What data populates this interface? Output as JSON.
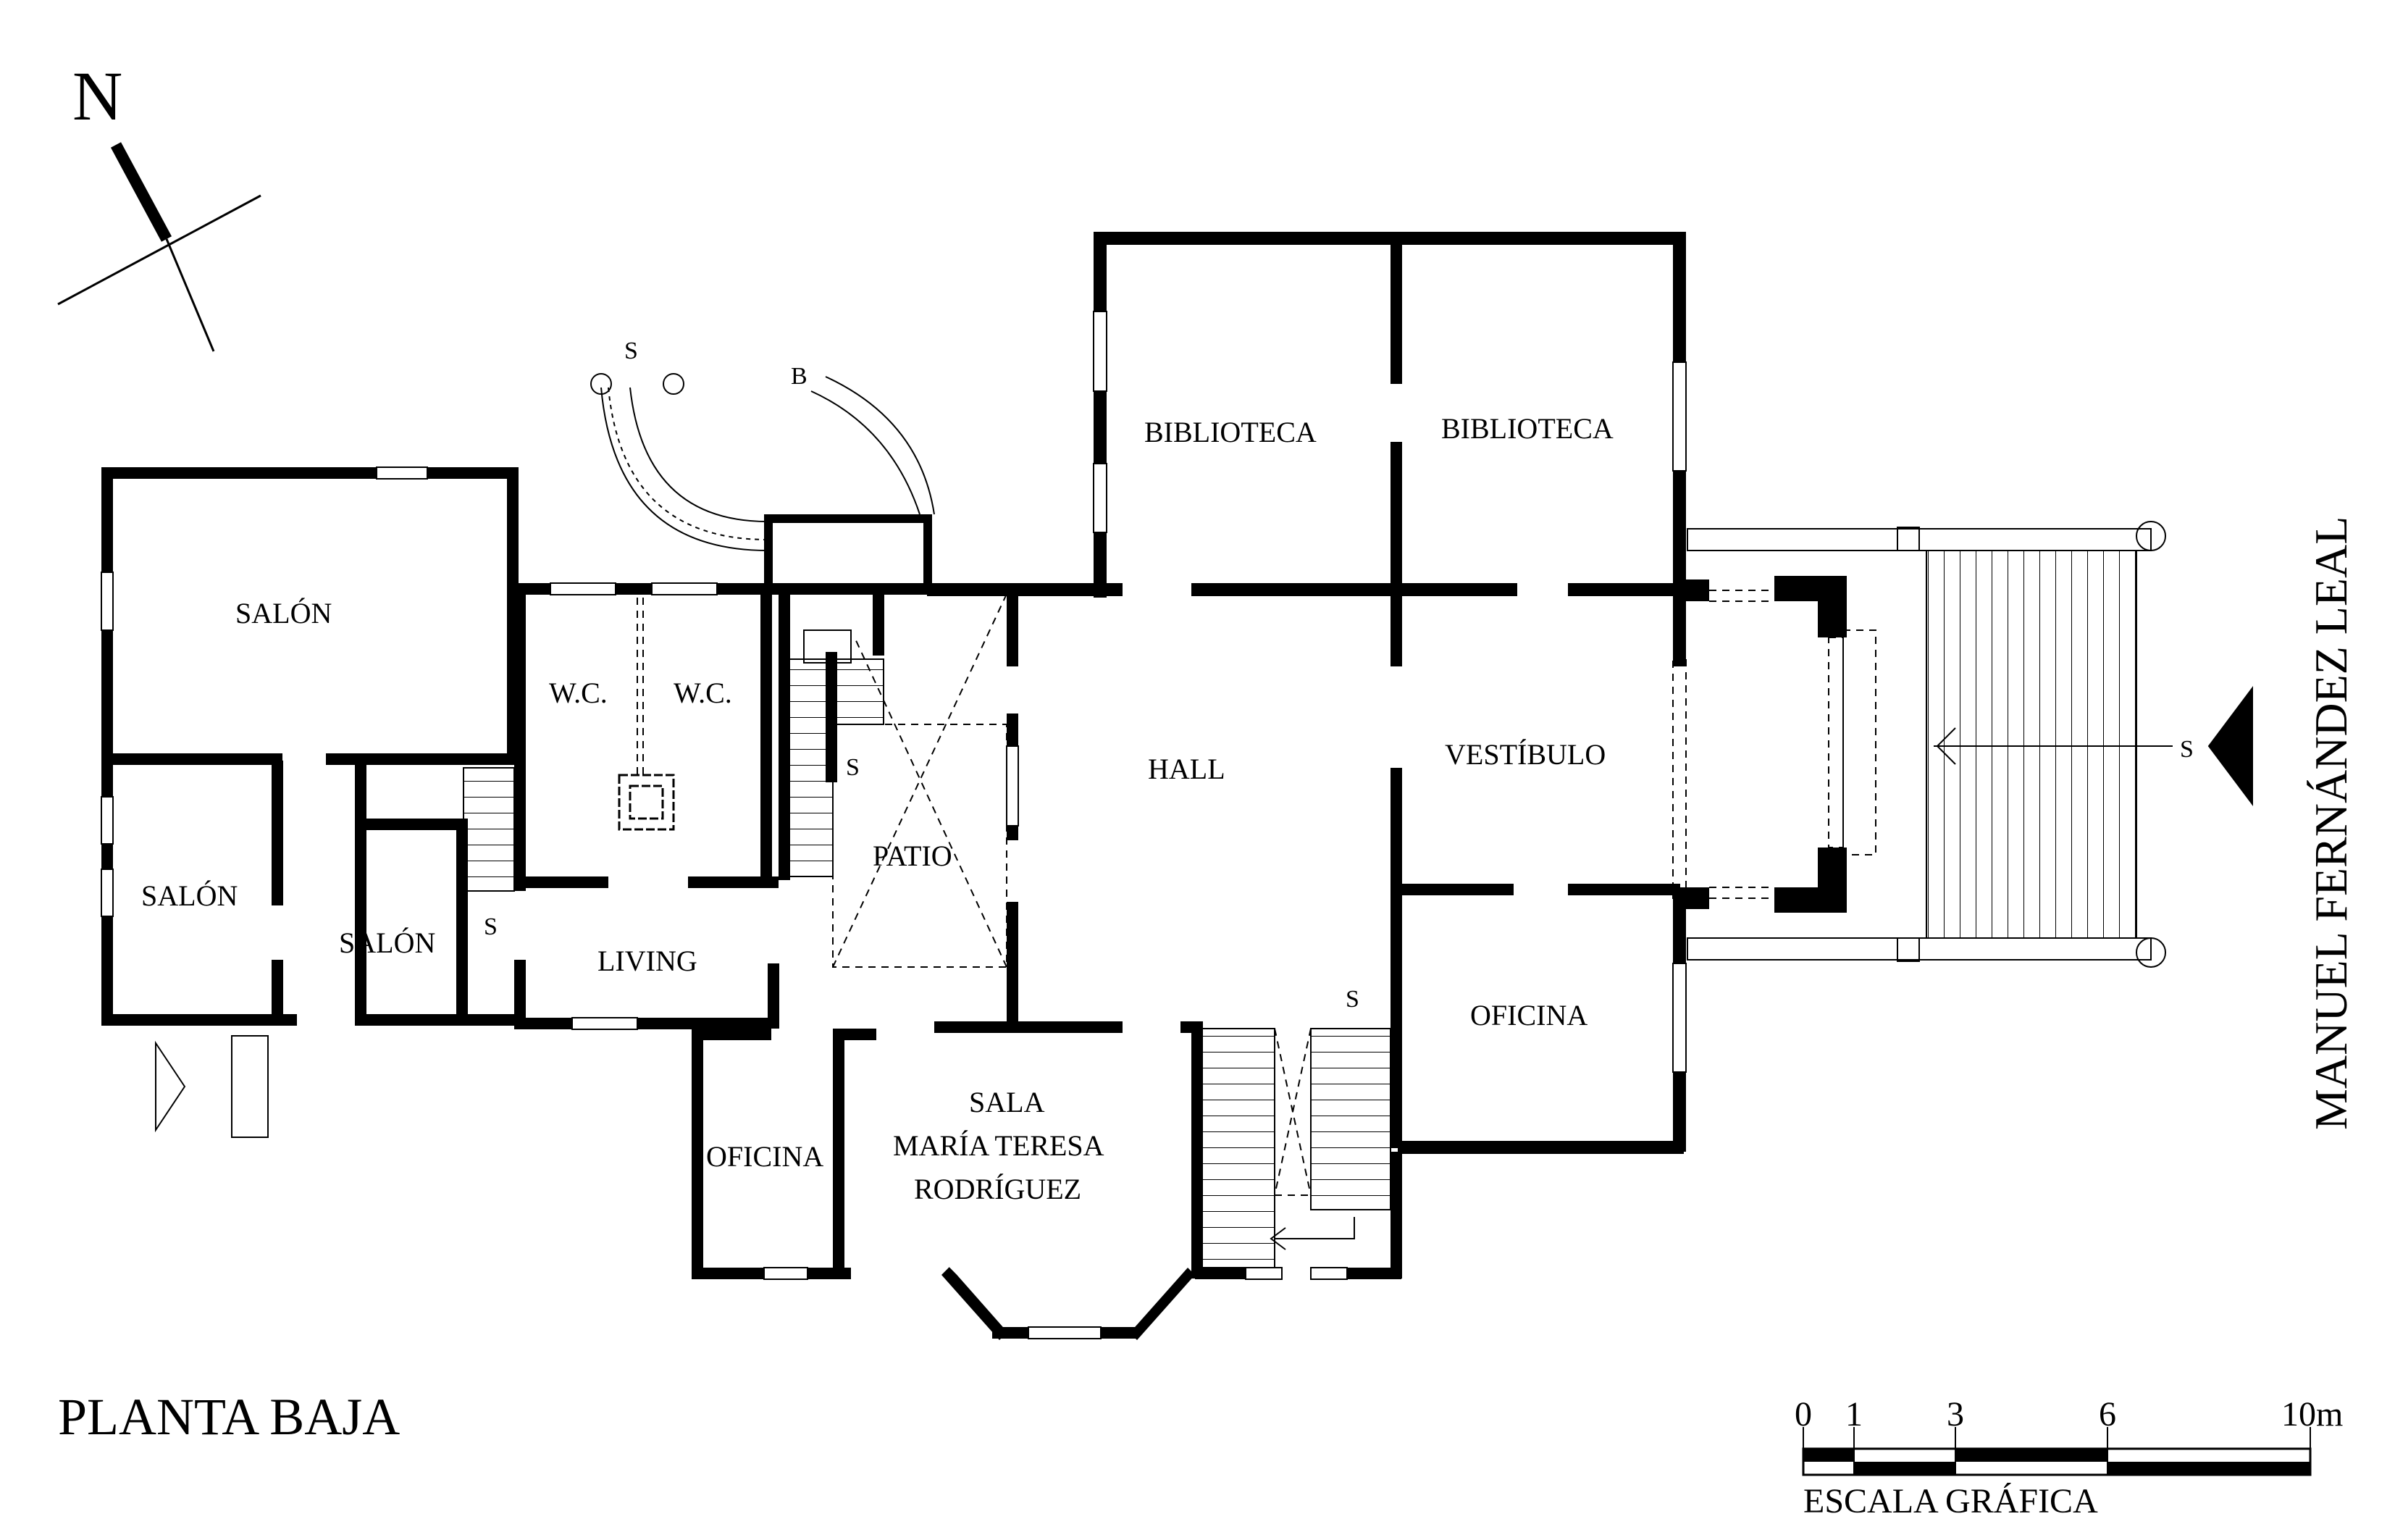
{
  "title": "PLANTA BAJA",
  "north_label": "N",
  "street_label": "MANUEL FERNÁNDEZ LEAL",
  "scale": {
    "caption": "ESCALA GRÁFICA",
    "ticks": [
      "0",
      "1",
      "3",
      "6",
      "10m"
    ]
  },
  "rooms": {
    "biblioteca_1": "BIBLIOTECA",
    "biblioteca_2": "BIBLIOTECA",
    "salon_big": "SALÓN",
    "salon_left": "SALÓN",
    "salon_small": "SALÓN",
    "wc_1": "W.C.",
    "wc_2": "W.C.",
    "hall": "HALL",
    "vestibulo": "VESTÍBULO",
    "patio": "PATIO",
    "living": "LIVING",
    "oficina_right": "OFICINA",
    "oficina_left": "OFICINA",
    "sala_line1": "SALA",
    "sala_line2": "MARÍA TERESA",
    "sala_line3": "RODRÍGUEZ"
  },
  "stair_marks": {
    "s_spiral": "S",
    "b_spiral": "B",
    "s_patio": "S",
    "s_living": "S",
    "s_hall": "S",
    "s_entrance": "S"
  }
}
